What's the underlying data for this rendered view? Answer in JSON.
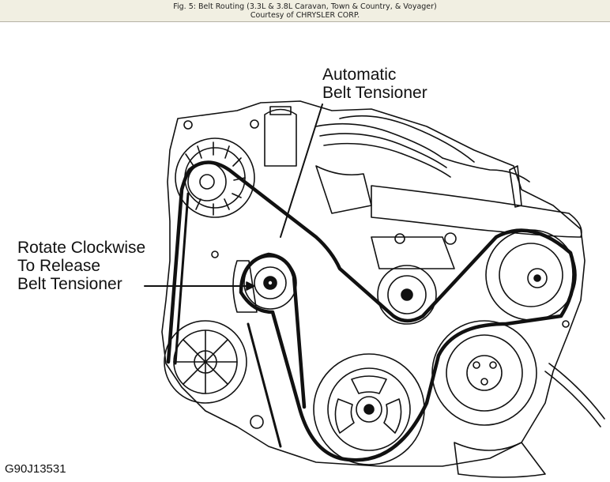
{
  "caption": {
    "line1": "Fig. 5: Belt Routing (3.3L & 3.8L Caravan, Town & Country, & Voyager)",
    "line2": "Courtesy of CHRYSLER CORP."
  },
  "labels": {
    "automatic_tensioner_line1": "Automatic",
    "automatic_tensioner_line2": "Belt Tensioner",
    "rotate_line1": "Rotate Clockwise",
    "rotate_line2": "To Release",
    "rotate_line3": "Belt Tensioner"
  },
  "figure_id": "G90J13531",
  "colors": {
    "caption_bg": "#f1efe2",
    "ink": "#111111",
    "background": "#ffffff"
  }
}
